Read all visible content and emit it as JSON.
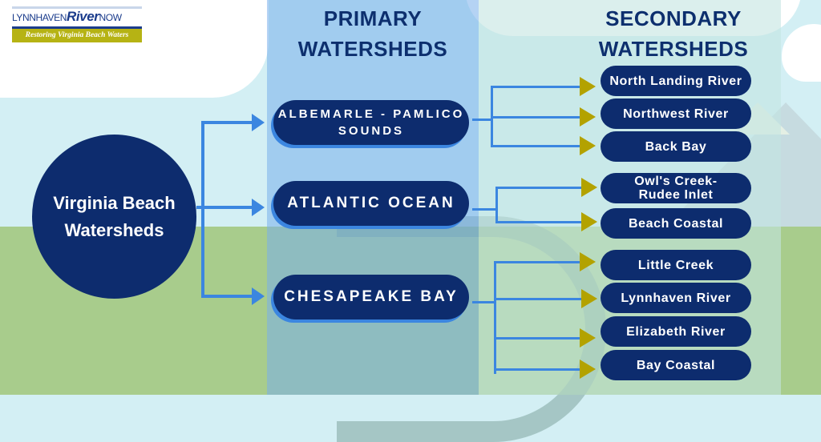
{
  "logo": {
    "name_part1": "LYNNHAVEN",
    "name_part2": "River",
    "name_part3": "NOW",
    "tagline": "Restoring Virginia Beach Waters"
  },
  "headings": {
    "primary_line1": "PRIMARY",
    "primary_line2": "WATERSHEDS",
    "secondary_line1": "SECONDARY",
    "secondary_line2": "WATERSHEDS"
  },
  "root": {
    "line1": "Virginia Beach",
    "line2": "Watersheds"
  },
  "primary": [
    {
      "line1": "ALBEMARLE - PAMLICO",
      "line2": "SOUNDS",
      "secondary": [
        {
          "line1": "North Landing River"
        },
        {
          "line1": "Northwest River"
        },
        {
          "line1": "Back Bay"
        }
      ]
    },
    {
      "line1": "ATLANTIC OCEAN",
      "secondary": [
        {
          "line1": "Owl's Creek-",
          "line2": "Rudee Inlet"
        },
        {
          "line1": "Beach Coastal"
        }
      ]
    },
    {
      "line1": "CHESAPEAKE BAY",
      "secondary": [
        {
          "line1": "Little Creek"
        },
        {
          "line1": "Lynnhaven River"
        },
        {
          "line1": "Elizabeth River"
        },
        {
          "line1": "Bay Coastal"
        }
      ]
    }
  ],
  "colors": {
    "node_navy": "#0d2c6e",
    "connector_blue": "#3b86e0",
    "arrow_gold": "#b3a200",
    "heading_navy": "#0d2f6e",
    "sky": "#d3eff4",
    "grass": "#a8cc8c"
  }
}
